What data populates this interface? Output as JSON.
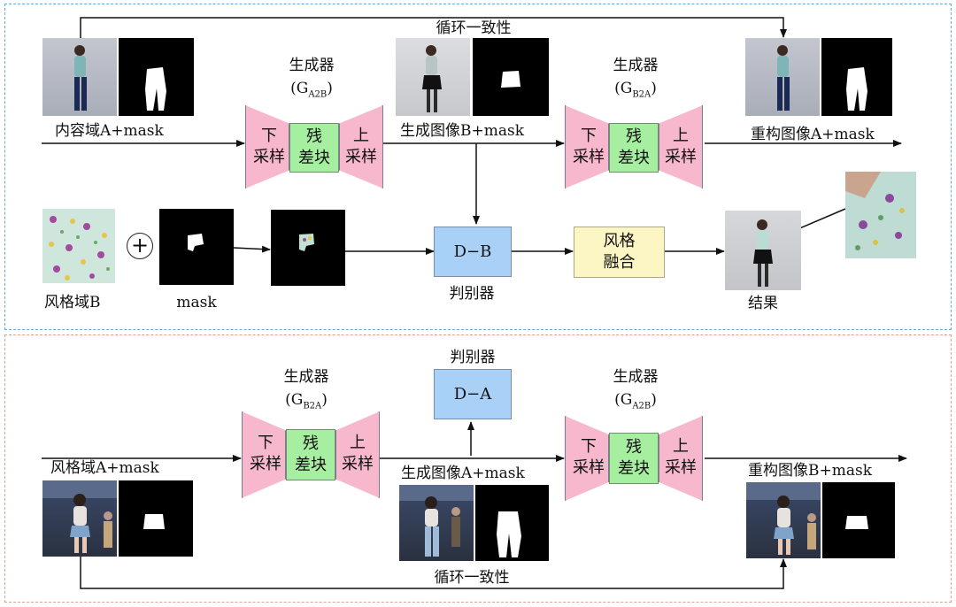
{
  "colors": {
    "top_border": "#6aa7d8",
    "bottom_border": "#e0a48c",
    "sampler": "#f7b7cd",
    "res_block": "#a6eea0",
    "discriminator": "#a9d1f7",
    "fusion": "#fbf6c4"
  },
  "top": {
    "cycle_label": "循环一致性",
    "gen1": {
      "title": "生成器",
      "sym": "G",
      "sub": "A2B"
    },
    "gen2": {
      "title": "生成器",
      "sym": "G",
      "sub": "B2A"
    },
    "down": [
      "下",
      "采样"
    ],
    "res": [
      "残",
      "差块"
    ],
    "up": [
      "上",
      "采样"
    ],
    "content_label": "内容域A+mask",
    "gen_image_label": "生成图像B+mask",
    "recon_label": "重构图像A+mask",
    "style_label": "风格域B",
    "mask_label": "mask",
    "disc": "D−B",
    "disc_label": "判别器",
    "fusion": [
      "风格",
      "融合"
    ],
    "result_label": "结果"
  },
  "bottom": {
    "gen1": {
      "title": "生成器",
      "sym": "G",
      "sub": "B2A"
    },
    "gen2": {
      "title": "生成器",
      "sym": "G",
      "sub": "A2B"
    },
    "disc_title": "判别器",
    "disc": "D−A",
    "style_label": "风格域A+mask",
    "gen_image_label": "生成图像A+mask",
    "recon_label": "重构图像B+mask",
    "cycle_label": "循环一致性"
  }
}
